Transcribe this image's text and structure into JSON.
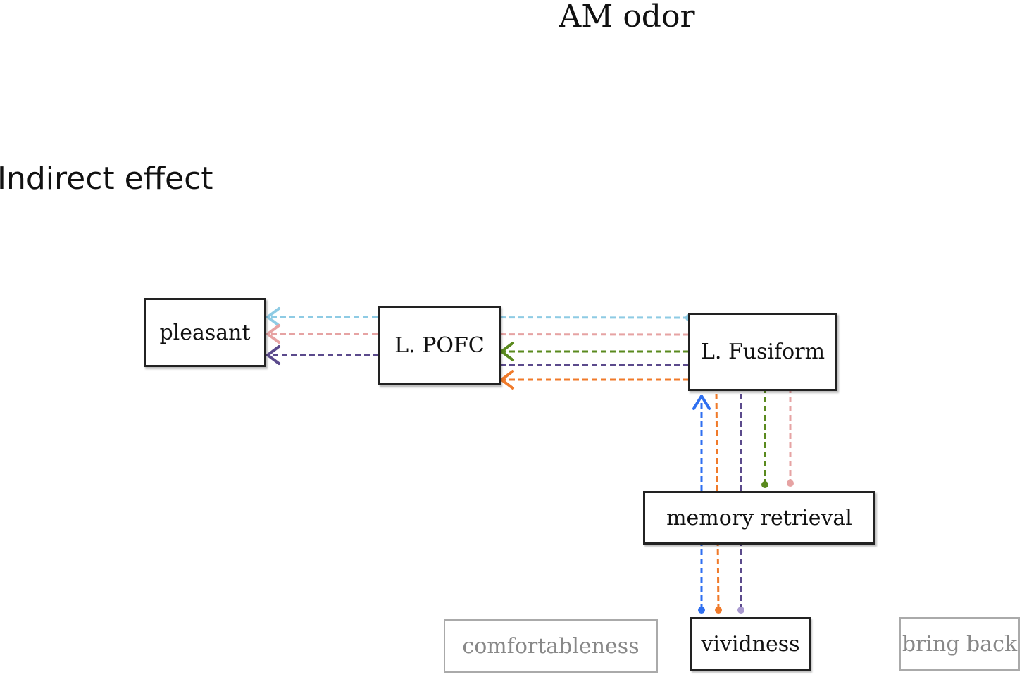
{
  "title": "AM odor",
  "subtitle": "Indirect effect",
  "nodes": {
    "pleasant": "pleasant",
    "pofc": "L. POFC",
    "fusiform": "L. Fusiform",
    "memory": "memory retrieval",
    "comfort": "comfortableness",
    "vividness": "vividness",
    "bringback": "bring back"
  },
  "colors": {
    "light_blue": "#8ecbe4",
    "pink": "#e6a3a3",
    "purple": "#5b4a8c",
    "green": "#5a8a1e",
    "orange": "#f07a2a",
    "blue": "#2f6ff0",
    "lavender": "#a99ad0"
  }
}
